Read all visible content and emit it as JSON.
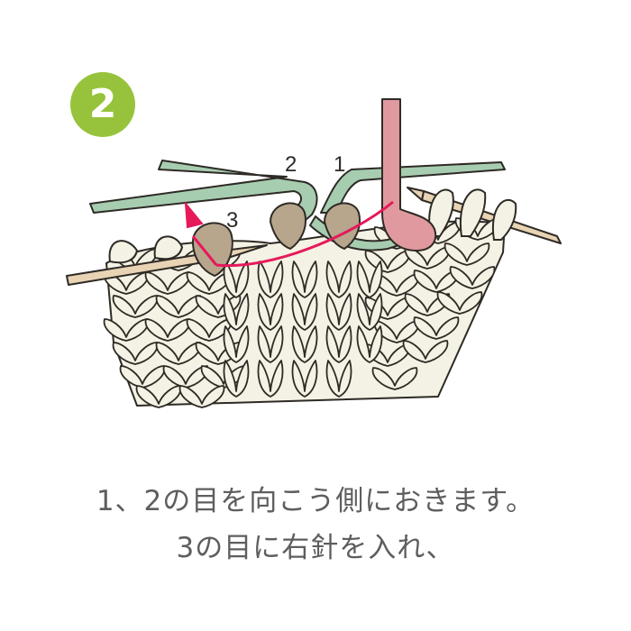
{
  "step_badge": {
    "number": "2"
  },
  "diagram": {
    "stitch_labels": [
      "2",
      "1",
      "3"
    ]
  },
  "caption": {
    "line1": "1、2の目を向こう側におきます。",
    "line2": "3の目に右針を入れ、"
  },
  "colors": {
    "badge": "#97c33c",
    "knit_fabric": "#f4f2e4",
    "outline": "#2e2a26",
    "cable_needle": "#a7cdb0",
    "needle": "#e8d3b4",
    "held_stitches": "#b7a58c",
    "yarn": "#e09a9f",
    "arrow": "#e6195b",
    "caption_text": "#5e5e5e"
  },
  "icons": [
    "curved-arrow-icon"
  ]
}
